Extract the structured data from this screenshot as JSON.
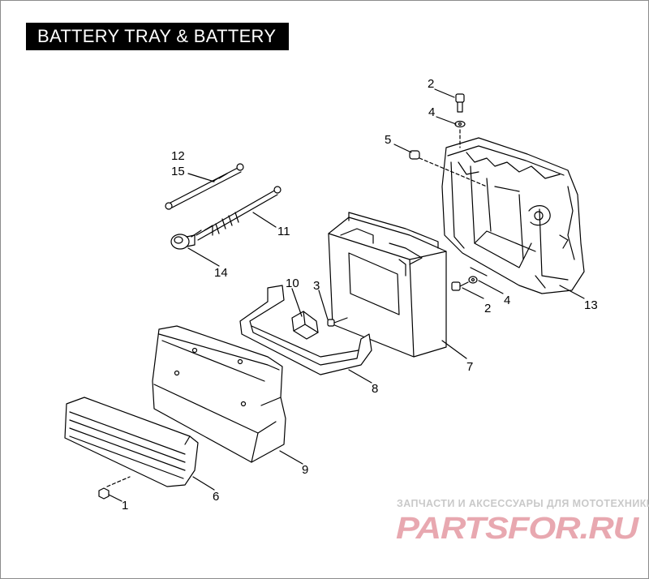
{
  "title": "BATTERY TRAY & BATTERY",
  "callouts": [
    {
      "id": "c1",
      "text": "1"
    },
    {
      "id": "c2a",
      "text": "2"
    },
    {
      "id": "c2b",
      "text": "2"
    },
    {
      "id": "c3",
      "text": "3"
    },
    {
      "id": "c4a",
      "text": "4"
    },
    {
      "id": "c4b",
      "text": "4"
    },
    {
      "id": "c5",
      "text": "5"
    },
    {
      "id": "c6",
      "text": "6"
    },
    {
      "id": "c7",
      "text": "7"
    },
    {
      "id": "c8",
      "text": "8"
    },
    {
      "id": "c9",
      "text": "9"
    },
    {
      "id": "c10",
      "text": "10"
    },
    {
      "id": "c11",
      "text": "11"
    },
    {
      "id": "c12",
      "text": "12"
    },
    {
      "id": "c13",
      "text": "13"
    },
    {
      "id": "c14",
      "text": "14"
    },
    {
      "id": "c15",
      "text": "15"
    }
  ],
  "watermark": {
    "caption": "ЗАПЧАСТИ И АКСЕССУАРЫ ДЛЯ МОТОТЕХНИКИ",
    "logo_text": "PARTSFOR.RU",
    "logo_color": "#e8a8b0",
    "caption_color": "#c9c9c9"
  }
}
